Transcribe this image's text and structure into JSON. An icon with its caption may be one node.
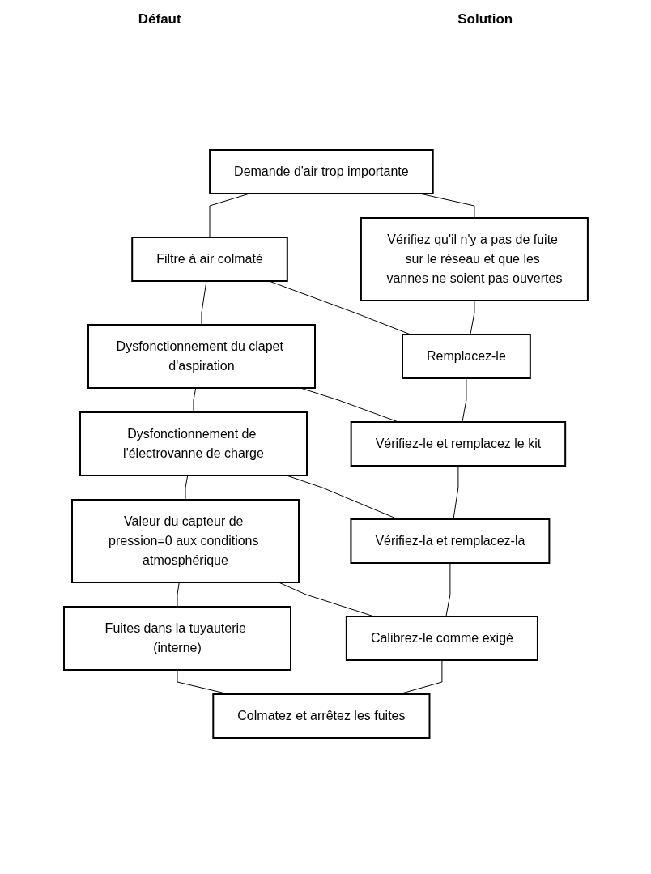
{
  "diagram": {
    "nodes": [
      {
        "text": [
          "Demande d'air trop importante"
        ]
      },
      {
        "text": [
          "Vérifiez qu'il n'y a pas de fuite sur le réseau et que les vannes ne soient pas ouvertes"
        ]
      },
      {
        "text": [
          "Filtre à air colmaté"
        ]
      },
      {
        "text": [
          "Remplacez-le"
        ]
      },
      {
        "text": [
          "Dysfonctionnement du clapet d'aspiration"
        ]
      },
      {
        "text": [
          "Vérifiez-le et remplacez le kit"
        ]
      },
      {
        "text": [
          "Dysfonctionnement de l'électrovanne de charge"
        ]
      },
      {
        "text": [
          "Vérifiez-la et remplacez-la"
        ]
      },
      {
        "text": [
          "Valeur du capteur de pression=0 aux conditions atmosphérique"
        ]
      },
      {
        "text": [
          "Calibrez-le comme exigé"
        ]
      },
      {
        "text": [
          "Fuites dans la tuyauterie (interne)"
        ]
      },
      {
        "text": [
          "Colmatez et arrêtez les fuites"
        ]
      }
    ],
    "edges": [
      {
        "from": 0,
        "to": 1,
        "arrow": "none"
      },
      {
        "from": 2,
        "to": 3,
        "arrow": "none"
      },
      {
        "from": 4,
        "to": 5,
        "arrow": "none"
      },
      {
        "from": 6,
        "to": 7,
        "arrow": "none"
      },
      {
        "from": 8,
        "to": 9,
        "arrow": "none"
      },
      {
        "from": 10,
        "to": 11,
        "arrow": "none"
      },
      {
        "from": 0,
        "to": 2,
        "arrow": "none"
      },
      {
        "from": 2,
        "to": 4,
        "arrow": "none"
      },
      {
        "from": 4,
        "to": 6,
        "arrow": "none"
      },
      {
        "from": 6,
        "to": 8,
        "arrow": "none"
      },
      {
        "from": 8,
        "to": 10,
        "arrow": "none"
      },
      {
        "from": 1,
        "to": 3,
        "arrow": "none"
      },
      {
        "from": 3,
        "to": 5,
        "arrow": "none"
      },
      {
        "from": 5,
        "to": 7,
        "arrow": "none"
      },
      {
        "from": 7,
        "to": 9,
        "arrow": "none"
      },
      {
        "from": 9,
        "to": 11,
        "arrow": "none"
      }
    ],
    "labels": [
      "Défaut",
      "Solution"
    ]
  }
}
